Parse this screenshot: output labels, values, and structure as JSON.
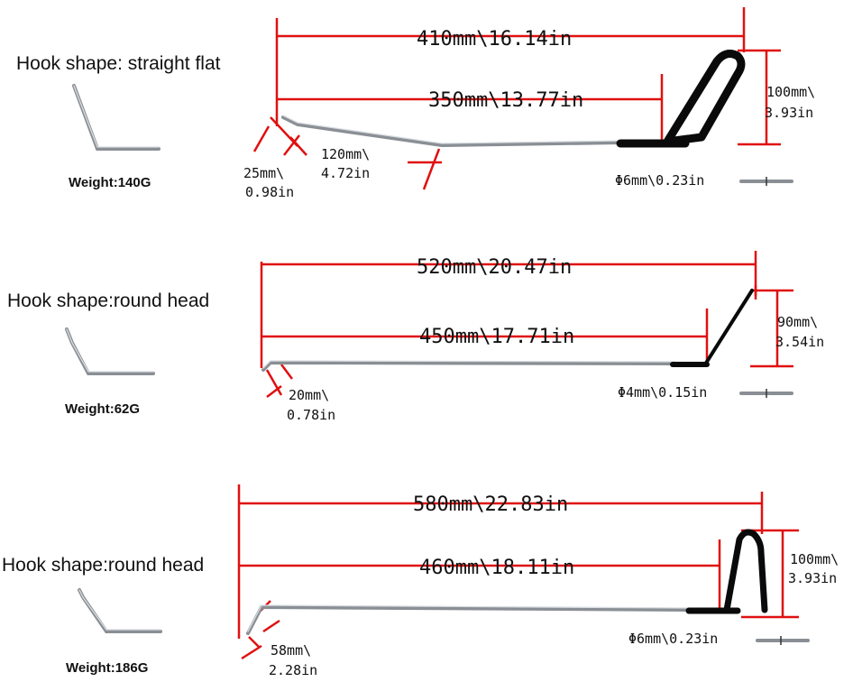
{
  "tools": [
    {
      "shape_label": "Hook  shape: straight  flat",
      "weight": "Weight:140G",
      "total_length": "410mm\\16.14in",
      "shaft_length": "350mm\\13.77in",
      "handle_height": [
        "100mm\\",
        "3.93in"
      ],
      "tip_length": [
        "25mm\\",
        "0.98in"
      ],
      "bend_length": [
        "120mm\\",
        "4.72in"
      ],
      "diameter": "Φ6mm\\0.23in"
    },
    {
      "shape_label": "Hook  shape:round  head",
      "weight": "Weight:62G",
      "total_length": "520mm\\20.47in",
      "shaft_length": "450mm\\17.71in",
      "handle_height": [
        "90mm\\",
        "3.54in"
      ],
      "tip_length": [
        "20mm\\",
        "0.78in"
      ],
      "diameter": "Φ4mm\\0.15in"
    },
    {
      "shape_label": "Hook  shape:round  head",
      "weight": "Weight:186G",
      "total_length": "580mm\\22.83in",
      "shaft_length": "460mm\\18.11in",
      "handle_height": [
        "100mm\\",
        "3.93in"
      ],
      "tip_length": [
        "58mm\\",
        "2.28in"
      ],
      "diameter": "Φ6mm\\0.23in"
    }
  ],
  "colors": {
    "dimension_line": "#e01010",
    "rod": "#8a8f95",
    "grip": "#0a0a0a"
  }
}
